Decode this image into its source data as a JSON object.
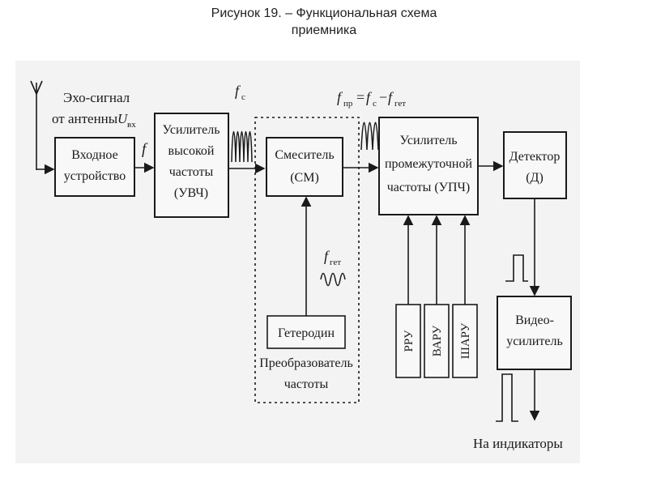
{
  "caption": {
    "line1": "Рисунок 19.   – Функциональная схема",
    "line2": "приемника"
  },
  "labels": {
    "echo_line1": "Эхо-сигнал",
    "echo_line2": "от антенны",
    "u": "U",
    "u_sub": "вх",
    "f": "f",
    "fc": "f",
    "fc_sub": "c",
    "fpr": "f",
    "fpr_sub": "пр",
    "eq": "=",
    "fc2": "f",
    "fc2_sub": "c",
    "minus": "−",
    "fget": "f",
    "fget_sub": "гет",
    "fget2": "f",
    "fget2_sub": "гет",
    "converter_line1": "Преобразователь",
    "converter_line2": "частоты",
    "indicators": "На индикаторы"
  },
  "blocks": {
    "input": [
      "Входное",
      "устройство"
    ],
    "uhf": [
      "Усилитель",
      "высокой",
      "частоты",
      "(УВЧ)"
    ],
    "mixer": [
      "Смеситель",
      "(СМ)"
    ],
    "ifa": [
      "Усилитель",
      "промежуточной",
      "частоты (УПЧ)"
    ],
    "detector": [
      "Детектор",
      "(Д)"
    ],
    "video": [
      "Видео-",
      "усилитель"
    ],
    "oscillator": [
      "Гетеродин"
    ],
    "ru": "РРУ",
    "varu": "ВАРУ",
    "sharu": "ШАРУ"
  }
}
